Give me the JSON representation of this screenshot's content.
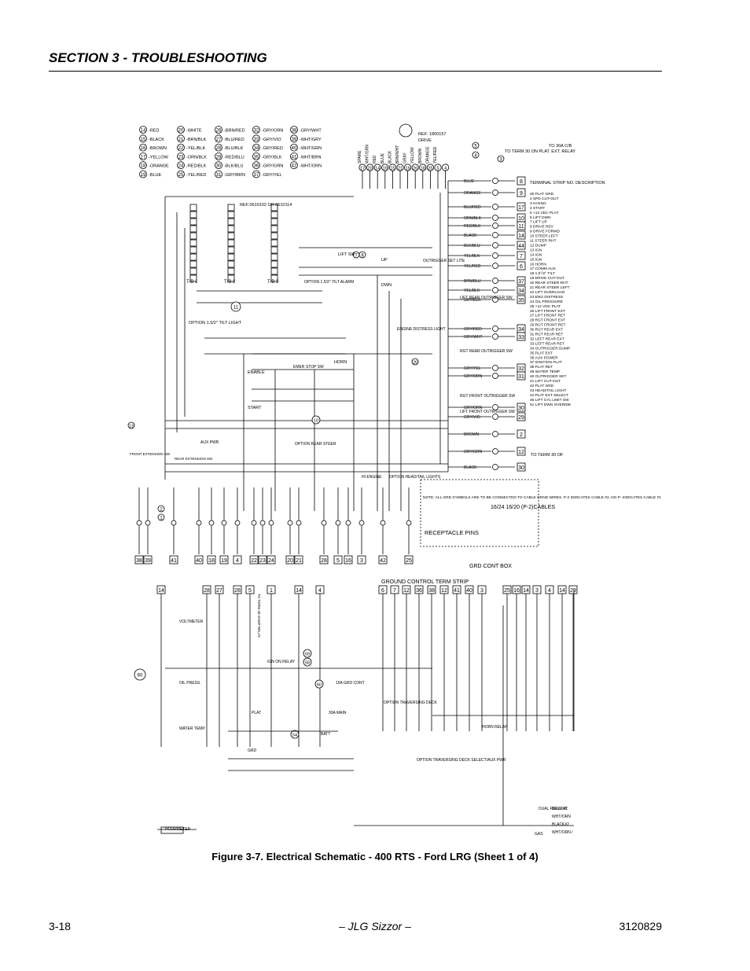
{
  "header": {
    "section_title": "SECTION 3 - TROUBLESHOOTING"
  },
  "figure": {
    "ref": "REF: 1800157",
    "drive": "DRIVE",
    "to_30a": "TO 30A C/B",
    "to_term_30": "TO TERM 30 ON PLAT. EXT. RELAY",
    "terminal_strip_header": "TERMINAL STRIP NO.  DESCRIPTION",
    "tb_labels": [
      "T/B 1",
      "T/B 2",
      "T/B 3"
    ],
    "ref_tb": "REF:0610102 OR 0610114",
    "tilt_light": "OPTION 1.5/2° TILT LIGHT",
    "tilt_alarm": "OPTION 1.5/2° TILT ALARM",
    "lift_sw": "LIFT SW",
    "up": "UP",
    "dwn": "DWN",
    "outrigger_set_lite": "OUTRIGGER SET LITE",
    "engine_distress": "ENGINE DISTRESS LIGHT",
    "lift_rear_outrigger": "LIFT REAR OUTRIGGER SW",
    "rgt_rear_outrigger": "RGT REAR OUTRIGGER SW",
    "rgt_front_outrigger": "RGT FRONT OUTRIGGER SW",
    "lift_front_outrigger": "LIFT FRONT OUTRIGGER SW",
    "to_term_30_of": "TO TERM 30 OF",
    "enable": "ENABLE",
    "start": "START",
    "horn": "HORN",
    "emer_stop": "EMER STOP SW",
    "option_rear_steer": "OPTION REAR STEER",
    "aux_pwr": "AUX PWR",
    "front_extension": "FRONT EXTENSION SW",
    "rear_extension": "REAR EXTENSION SW",
    "hi_engine": "HI ENGINE",
    "option_head_tail": "OPTION HEAD/TAIL LIGHTS",
    "note": "NOTE: ALL GRD SYMBOLS ARE TO BE CONNECTED TO CABLE GRND WIRES. P-2 INDICATES CABLE #2, NO P- INDICATES CABLE #1",
    "cables": "16/24  16/20 (P-2)CABLES",
    "receptacle_pins": "RECEPTACLE PINS",
    "grd_cont_box": "GRD CONT BOX",
    "ground_control_term_strip": "GROUND CONTROL TERM STRIP",
    "voltmeter": "VOLTMETER",
    "oil_press": "OIL PRESS.",
    "water_temp": "WATER TEMP.",
    "hourmeter": "HOURMETER",
    "to_term_damp_relay": "TO TERM 30 DAMP RELAY",
    "ign_on_relay": "IGN ON RELAY",
    "batt": "BATT",
    "main_30a": "30A MAIN",
    "grd_cont_15a": "15A GRD CONT",
    "plat": "PLAT",
    "grd": "GRD",
    "option_traversing_deck": "OPTION TRAVERSING DECK",
    "option_traversing_select": "OPTION TRAVERSING DECK SELECT/AUX PWR",
    "horn_relay": "HORN RELAY",
    "dual_fuel_sw": "DUAL FUEL SW",
    "gas": "GAS",
    "blue_1": "BLUE #1",
    "wht_orn": "WHT/ORN",
    "black_2": "BLACK#2",
    "wht_orn_2": "WHT/ORN /"
  },
  "wire_legend": [
    [
      "14",
      "RED"
    ],
    [
      "15",
      "BLACK"
    ],
    [
      "16",
      "BROWN"
    ],
    [
      "17",
      "YELLOW"
    ],
    [
      "18",
      "ORANGE"
    ],
    [
      "19",
      "BLUE"
    ],
    [
      "20",
      "WHITE"
    ],
    [
      "21",
      "BRN/BLK"
    ],
    [
      "22",
      "YEL/BLK"
    ],
    [
      "23",
      "ORN/BLK"
    ],
    [
      "24",
      "RED/BLK"
    ],
    [
      "25",
      "YEL/RED"
    ],
    [
      "26",
      "BRN/RED"
    ],
    [
      "27",
      "BLU/RED"
    ],
    [
      "28",
      "BLU/BLK"
    ],
    [
      "29",
      "RED/BLU"
    ],
    [
      "30",
      "BLK/BLU"
    ],
    [
      "31",
      "GRY/BRN"
    ],
    [
      "32",
      "GRY/ORN"
    ],
    [
      "33",
      "GRY/VIO"
    ],
    [
      "34",
      "GRY/RED"
    ],
    [
      "35",
      "GRY/BLK"
    ],
    [
      "36",
      "GRY/GRN"
    ],
    [
      "37",
      "GRY/YEL"
    ],
    [
      "38",
      "GRY/WHT"
    ],
    [
      "39",
      "WHT/GRY"
    ],
    [
      "40",
      "WHT/GRN"
    ],
    [
      "41",
      "WHT/BRN"
    ],
    [
      "42",
      "WHT/ORN"
    ]
  ],
  "terminal_descriptions": [
    "30  PLAT GRD",
    "2  SPD CUT-OUT",
    "3  HI-ENG",
    "4  START",
    "5  +12 VDC PLAT",
    "6  LIFT DWN",
    "7  LIFT UP",
    "8  DRIVE REV",
    "9  DRIVE FORWD",
    "10  STEER LEFT",
    "11  STEER RHT",
    "12  DUMP",
    "13  IGN",
    "14  IGN",
    "15  IGN",
    "16  HORN",
    "17  COMM AUX",
    "18  1.5°/2° TILT",
    "19  DRIVE CUT-OUT",
    "20  REAR STEER RHT",
    "21  REAR STEER LEFT",
    "22  LIFT OVERLOAD",
    "23  ENG DISTRESS",
    "24  OIL PRESSURE",
    "25  +12 VDC PLAT",
    "26  LIFT FRONT EXT",
    "27  LIFT FRONT RET",
    "28  RGT FRONT EXT",
    "29  RGT FRONT RET",
    "30  RGT REAR EXT",
    "31  RGT REAR RET",
    "32  LEFT REAR EXT",
    "33  LEFT REAR RET",
    "34  OUTRIGGER DUMP",
    "35  PLAT EXT",
    "36  AUX POWER",
    "37  IGNITION PLAT",
    "38  PLAT RET",
    "39  WATER TEMP",
    "40  OUTRIGGER SET",
    "41  LIFT CUT-OUT",
    "42  PLAT GRD",
    "43  HEAD/TAIL LIGHT",
    "44  PLAT EXT SELECT",
    "45  LIFT CYL LIMIT SW",
    "51  LIFT DWN OVERIDE"
  ],
  "top_wire_labels": [
    "SPARE",
    "WHT/GRN",
    "RED",
    "BLUE",
    "BLACK",
    "BRN/WHT",
    "GRAY",
    "YELLOW",
    "BROWN",
    "ORANGE",
    "YEL/RED"
  ],
  "top_terminals": [
    "17",
    "20",
    "14",
    "19",
    "15",
    "21",
    "16",
    "26",
    "18",
    "25",
    "5",
    "4"
  ],
  "right_terminals": [
    [
      "BLUE",
      "8"
    ],
    [
      "ORANGE",
      "9"
    ],
    [
      "BLU/RED",
      "17"
    ],
    [
      "ORN/BLK",
      "10"
    ],
    [
      "RED/BLK",
      "11"
    ],
    [
      "BLACK",
      "14"
    ],
    [
      "BLK/BLU",
      "44"
    ],
    [
      "YEL/BLK",
      "7"
    ],
    [
      "YEL/RED",
      "6"
    ],
    [
      "BRN/BLU",
      "37"
    ],
    [
      "YEL/BLK",
      "34"
    ],
    [
      "GRY/BLK",
      "35"
    ],
    [
      "GRY/RED",
      "34"
    ],
    [
      "GRY/WHT",
      "33"
    ],
    [
      "GRY/YEL",
      "32"
    ],
    [
      "GRY/ORN",
      "31"
    ],
    [
      "GRY/ORN",
      "30"
    ],
    [
      "GRY/VIO",
      "29"
    ],
    [
      "BROWN",
      "2"
    ],
    [
      "GRY/GRN",
      "12"
    ],
    [
      "BLACK",
      "30"
    ]
  ],
  "bottom_terminals": [
    "38",
    "39",
    "41",
    "40",
    "18",
    "19",
    "4",
    "22",
    "23",
    "24",
    "20",
    "21",
    "28",
    "5",
    "16",
    "3",
    "42",
    "25"
  ],
  "ground_terminals_left": [
    "14",
    "28",
    "27",
    "28",
    "5",
    "1",
    "14",
    "4"
  ],
  "ground_terminals_right": [
    "6",
    "7",
    "12",
    "36",
    "38",
    "12",
    "41",
    "40",
    "3",
    "25",
    "16",
    "14",
    "3",
    "4",
    "14",
    "29"
  ],
  "numbered_callouts": [
    "1",
    "2",
    "3",
    "4",
    "5",
    "7",
    "8",
    "10",
    "11",
    "13",
    "26",
    "54",
    "58",
    "59",
    "60"
  ],
  "caption": "Figure 3-7.  Electrical Schematic - 400 RTS - Ford LRG (Sheet 1 of 4)",
  "footer": {
    "page_number": "3-18",
    "center": "– JLG Sizzor –",
    "doc_number": "3120829"
  }
}
